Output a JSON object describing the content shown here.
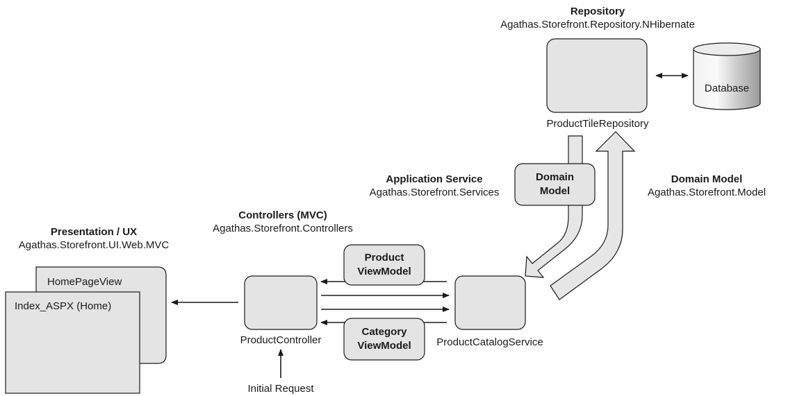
{
  "layers": {
    "repository": {
      "title": "Repository",
      "namespace": "Agathas.Storefront.Repository.NHibernate"
    },
    "application_service": {
      "title": "Application Service",
      "namespace": "Agathas.Storefront.Services"
    },
    "domain_model": {
      "title": "Domain Model",
      "namespace": "Agathas.Storefront.Model"
    },
    "controllers": {
      "title": "Controllers (MVC)",
      "namespace": "Agathas.Storefront.Controllers"
    },
    "presentation": {
      "title": "Presentation / UX",
      "namespace": "Agathas.Storefront.UI.Web.MVC"
    }
  },
  "components": {
    "database": "Database",
    "product_tile_repository": "ProductTileRepository",
    "product_catalog_service": "ProductCatalogService",
    "product_controller": "ProductController",
    "homepage_view": "HomePageView",
    "index_aspx": "Index_ASPX (Home)"
  },
  "messages": {
    "domain_model": [
      "Domain",
      "Model"
    ],
    "product_viewmodel": [
      "Product",
      "ViewModel"
    ],
    "category_viewmodel": [
      "Category",
      "ViewModel"
    ]
  },
  "initial_request": "Initial Request",
  "colors": {
    "box_fill": "#e4e4e4",
    "stroke": "#1a1a1a",
    "arrow_fill": "#e6e6e6"
  }
}
